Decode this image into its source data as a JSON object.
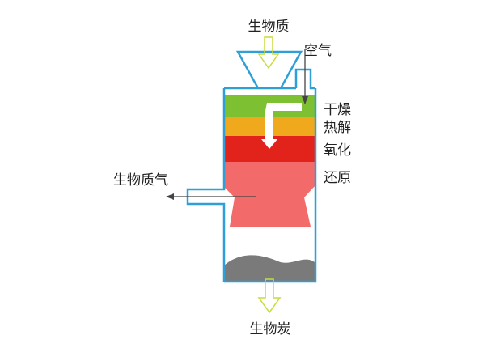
{
  "labels": {
    "biomass_input": "生物质",
    "air_input": "空气",
    "stage_drying": "干燥",
    "stage_pyrolysis": "热解",
    "stage_oxidation": "氧化",
    "stage_reduction": "还原",
    "gas_output": "生物质气",
    "char_output": "生物炭"
  },
  "colors": {
    "reactor_outline": "#2f9fd8",
    "flow_arrow": "#c8dc3c",
    "zone_drying": "#7dc133",
    "zone_pyrolysis": "#f0a81c",
    "zone_oxidation": "#e2231b",
    "zone_reduction": "#f26a6a",
    "char_bed": "#7a7a7a",
    "pointer_arrow": "#444444"
  },
  "icons": {
    "downflow": "white-down-arrow-icon",
    "biomass_in": "biomass-input-arrow-icon",
    "char_out": "char-output-arrow-icon",
    "air_in": "air-inlet-arrow-icon",
    "gas_out": "gas-outlet-arrow-icon"
  }
}
